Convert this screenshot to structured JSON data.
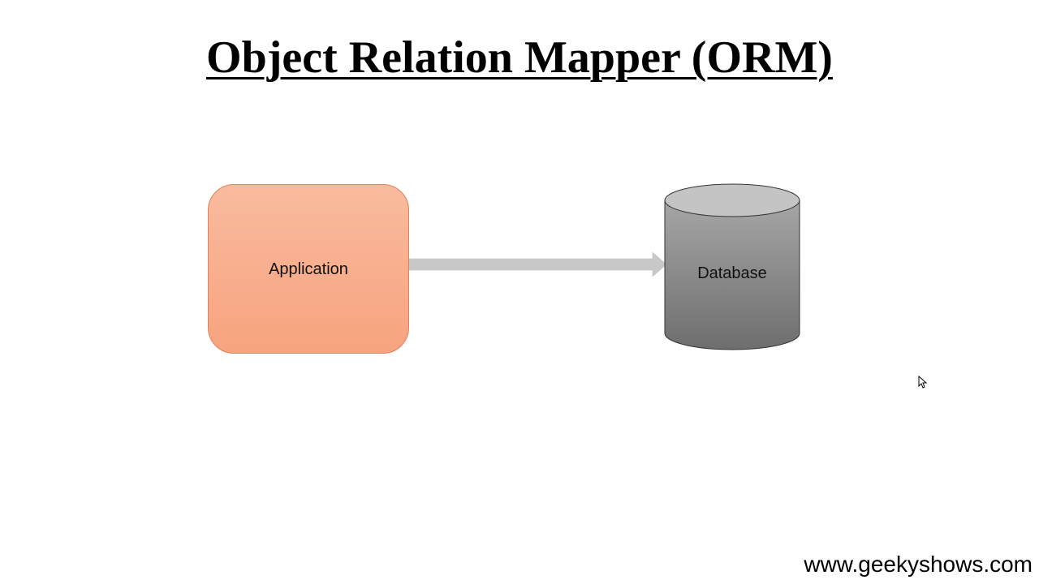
{
  "slide": {
    "title": "Object Relation Mapper (ORM)",
    "website": "www.geekyshows.com"
  },
  "diagram": {
    "nodes": [
      {
        "id": "application",
        "label": "Application",
        "shape": "rounded-rectangle",
        "color": "#f8ac88"
      },
      {
        "id": "database",
        "label": "Database",
        "shape": "cylinder",
        "color": "#8c8c8c"
      }
    ],
    "edges": [
      {
        "from": "application",
        "to": "database",
        "style": "block-arrow",
        "color": "#c8c8c8"
      }
    ]
  },
  "colors": {
    "application_fill_top": "#f9bb9e",
    "application_fill_bottom": "#f7a37f",
    "database_top": "#c4c4c4",
    "database_body_top": "#a6a6a6",
    "database_body_bottom": "#6e6e6e",
    "arrow": "#c8c8c8"
  }
}
